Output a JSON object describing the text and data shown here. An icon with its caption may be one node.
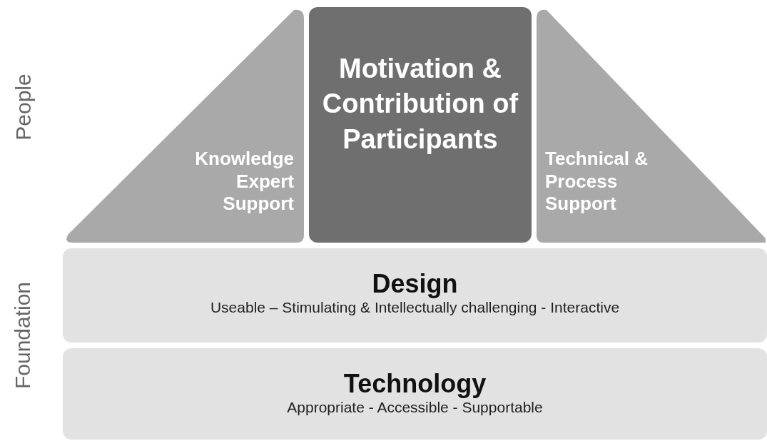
{
  "diagram": {
    "nodes": [
      {
        "text": [
          "Knowledge Expert Support"
        ]
      },
      {
        "text": [
          "Motivation & Contribution of Participants"
        ]
      },
      {
        "text": [
          "Technical & Process Support"
        ]
      },
      {
        "text": [
          "Design",
          "Useable – Stimulating & Intellectually challenging - Interactive"
        ]
      },
      {
        "text": [
          "Technology",
          "Appropriate - Accessible - Supportable"
        ]
      }
    ],
    "labels": [
      "People",
      "Foundation"
    ]
  }
}
